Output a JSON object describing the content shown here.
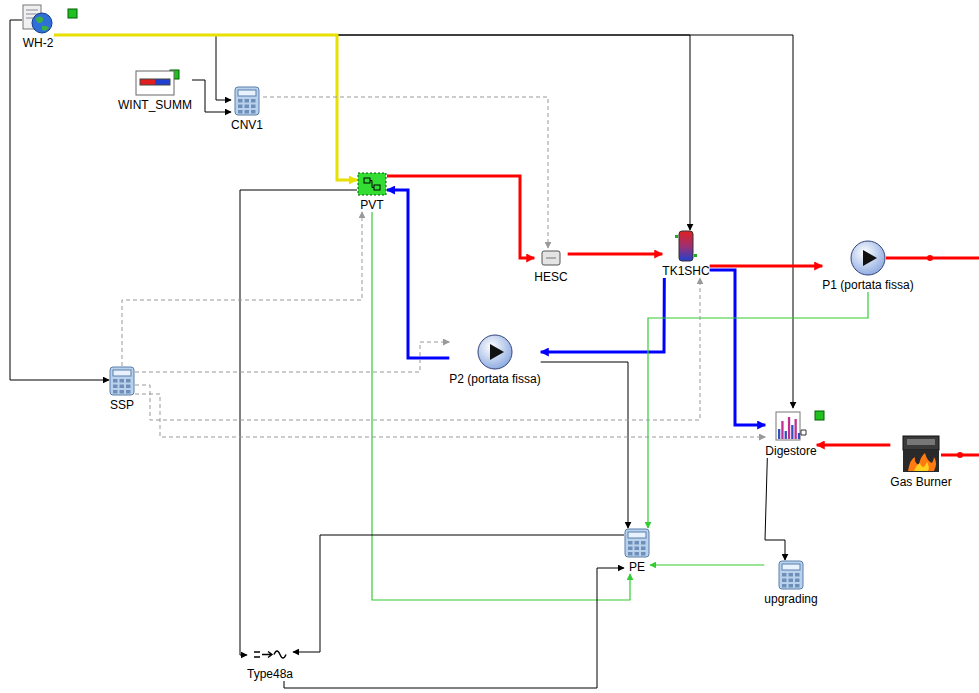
{
  "diagram": {
    "nodes": [
      {
        "text": [
          "WH-2"
        ]
      },
      {
        "text": [
          "WINT_SUMM"
        ]
      },
      {
        "text": [
          "CNV1"
        ]
      },
      {
        "text": [
          "PVT"
        ]
      },
      {
        "text": [
          "HESC"
        ]
      },
      {
        "text": [
          "TK1SHC"
        ]
      },
      {
        "text": [
          "P1 (portata fissa)"
        ]
      },
      {
        "text": [
          "SSP"
        ]
      },
      {
        "text": [
          "P2 (portata fissa)"
        ]
      },
      {
        "text": [
          "Digestore"
        ]
      },
      {
        "text": [
          "Gas Burner"
        ]
      },
      {
        "text": [
          "PE"
        ]
      },
      {
        "text": [
          "upgrading"
        ]
      },
      {
        "text": [
          "Type48a"
        ]
      }
    ],
    "edges": [
      {
        "from": 0,
        "to": 2,
        "arrow": "to"
      },
      {
        "from": 1,
        "to": 2,
        "arrow": "to"
      },
      {
        "from": 0,
        "to": 5,
        "arrow": "to"
      },
      {
        "from": 0,
        "to": 9,
        "arrow": "to"
      },
      {
        "from": 0,
        "to": 7,
        "arrow": "to"
      },
      {
        "from": 0,
        "to": 3,
        "arrow": "to"
      },
      {
        "from": 2,
        "to": 4,
        "arrow": "to"
      },
      {
        "from": 3,
        "to": 4,
        "arrow": "to"
      },
      {
        "from": 4,
        "to": 5,
        "arrow": "to"
      },
      {
        "from": 5,
        "to": 6,
        "arrow": "to"
      },
      {
        "from": 5,
        "to": 8,
        "arrow": "to"
      },
      {
        "from": 8,
        "to": 3,
        "arrow": "to"
      },
      {
        "from": 5,
        "to": 9,
        "arrow": "to"
      },
      {
        "from": 10,
        "to": 9,
        "arrow": "to"
      },
      {
        "from": 9,
        "to": 12,
        "arrow": "to"
      },
      {
        "from": 12,
        "to": 11,
        "arrow": "to"
      },
      {
        "from": 6,
        "to": 11,
        "arrow": "to"
      },
      {
        "from": 3,
        "to": 11,
        "arrow": "to"
      },
      {
        "from": 3,
        "to": 13,
        "arrow": "to"
      },
      {
        "from": 8,
        "to": 11,
        "arrow": "to"
      },
      {
        "from": 11,
        "to": 13,
        "arrow": "to"
      },
      {
        "from": 13,
        "to": 11,
        "arrow": "to"
      },
      {
        "from": 7,
        "to": 8,
        "arrow": "to"
      },
      {
        "from": 7,
        "to": 5,
        "arrow": "to"
      },
      {
        "from": 7,
        "to": 9,
        "arrow": "to"
      },
      {
        "from": 7,
        "to": 3,
        "arrow": "to"
      }
    ]
  }
}
